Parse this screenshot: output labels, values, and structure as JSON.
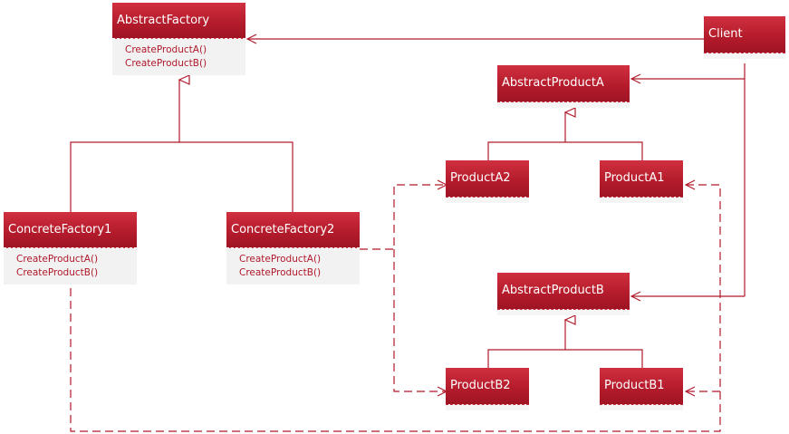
{
  "classes": {
    "abstract_factory": {
      "name": "AbstractFactory",
      "ops": [
        "CreateProductA()",
        "CreateProductB()"
      ]
    },
    "concrete_factory1": {
      "name": "ConcreteFactory1",
      "ops": [
        "CreateProductA()",
        "CreateProductB()"
      ]
    },
    "concrete_factory2": {
      "name": "ConcreteFactory2",
      "ops": [
        "CreateProductA()",
        "CreateProductB()"
      ]
    },
    "client": {
      "name": "Client"
    },
    "abstract_product_a": {
      "name": "AbstractProductA"
    },
    "product_a2": {
      "name": "ProductA2"
    },
    "product_a1": {
      "name": "ProductA1"
    },
    "abstract_product_b": {
      "name": "AbstractProductB"
    },
    "product_b2": {
      "name": "ProductB2"
    },
    "product_b1": {
      "name": "ProductB1"
    }
  },
  "colors": {
    "accent": "#b51c2c",
    "line": "#b0192b",
    "body": "#f2f2f2"
  }
}
